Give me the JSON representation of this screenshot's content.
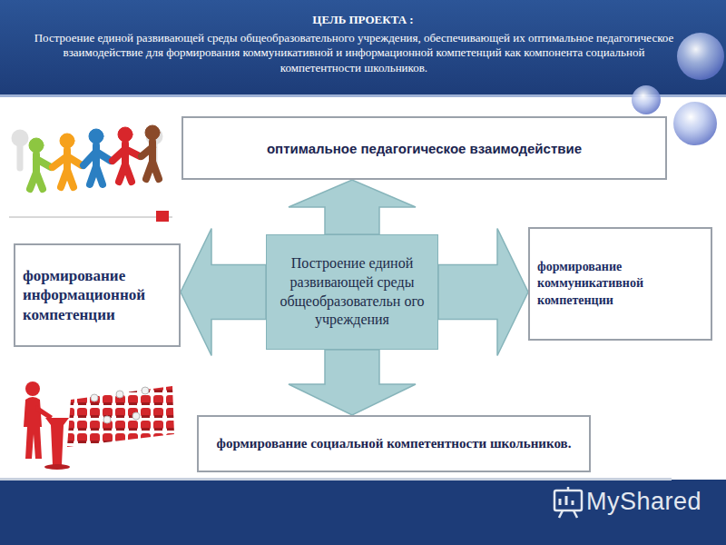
{
  "diagram": {
    "title": "ЦЕЛЬ ПРОЕКТА :",
    "nodes": [
      {
        "text": [
          "оптимальное педагогическое взаимодействие"
        ]
      },
      {
        "text": [
          "формирование информационной компетенции"
        ]
      },
      {
        "text": [
          "Построение единой развивающей среды общеобразовательн ого учреждения"
        ]
      },
      {
        "text": [
          "формирование коммуникативной компетенции"
        ]
      },
      {
        "text": [
          "формирование социальной компетентности школьников."
        ]
      }
    ],
    "edges": [
      {
        "from": 2,
        "to": 0,
        "arrow": "to"
      },
      {
        "from": 2,
        "to": 1,
        "arrow": "to"
      },
      {
        "from": 2,
        "to": 3,
        "arrow": "to"
      },
      {
        "from": 2,
        "to": 4,
        "arrow": "to"
      }
    ],
    "labels": [
      "Построение единой развивающей среды общеобразовательного учреждения, обеспечивающей их оптимальное педагогическое взаимодействие для формирования коммуникативной и информационной компетенций как компонента социальной компетентности школьников.",
      "MyShared"
    ]
  }
}
